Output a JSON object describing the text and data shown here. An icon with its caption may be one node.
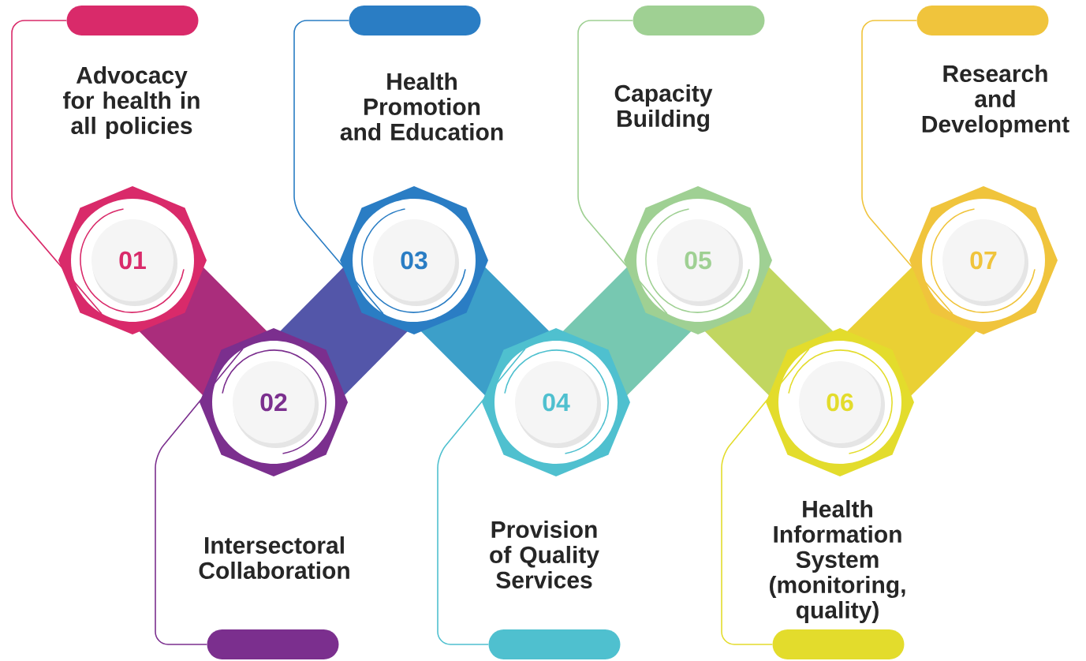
{
  "diagram": {
    "nodes": [
      {
        "text": [],
        "shape": "bar"
      },
      {
        "text": [
          "Advocacy for health in all policies"
        ]
      },
      {
        "text": [
          "01"
        ]
      },
      {
        "text": [],
        "shape": "bar"
      },
      {
        "text": [
          "Intersectoral Collaboration"
        ]
      },
      {
        "text": [
          "02"
        ]
      },
      {
        "text": [],
        "shape": "bar"
      },
      {
        "text": [
          "Health Promotion and Education"
        ]
      },
      {
        "text": [
          "03"
        ]
      },
      {
        "text": [],
        "shape": "bar"
      },
      {
        "text": [
          "Provision of Quality Services"
        ]
      },
      {
        "text": [
          "04"
        ]
      },
      {
        "text": [],
        "shape": "bar"
      },
      {
        "text": [
          "Capacity Building"
        ]
      },
      {
        "text": [
          "05"
        ]
      },
      {
        "text": [],
        "shape": "bar"
      },
      {
        "text": [
          "Health Information System (monitoring, quality)"
        ]
      },
      {
        "text": [
          "06"
        ]
      },
      {
        "text": [],
        "shape": "bar"
      },
      {
        "text": [
          "Research and Development"
        ]
      },
      {
        "text": [
          "07"
        ]
      }
    ],
    "edges": [
      {
        "from": 0,
        "to": 2,
        "arrow": "none",
        "color": "#d92a6a"
      },
      {
        "from": 3,
        "to": 5,
        "arrow": "none",
        "color": "#7b2f8e"
      },
      {
        "from": 6,
        "to": 8,
        "arrow": "none",
        "color": "#2a7dc4"
      },
      {
        "from": 9,
        "to": 11,
        "arrow": "none",
        "color": "#4fc0cf"
      },
      {
        "from": 12,
        "to": 14,
        "arrow": "none",
        "color": "#9fd093"
      },
      {
        "from": 15,
        "to": 17,
        "arrow": "none",
        "color": "#e3dc2c"
      },
      {
        "from": 18,
        "to": 20,
        "arrow": "none",
        "color": "#f0c43c"
      }
    ]
  }
}
